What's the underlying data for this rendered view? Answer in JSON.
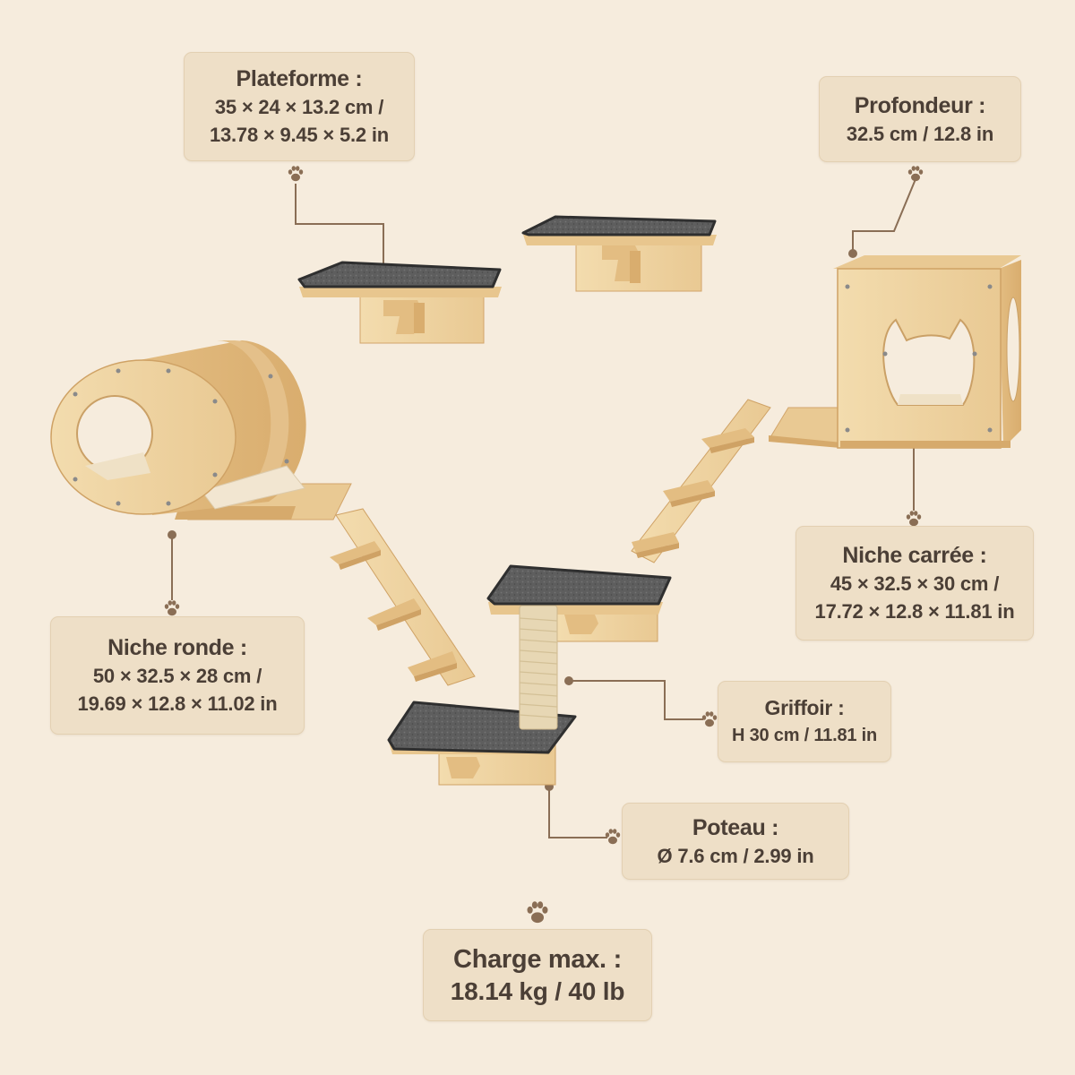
{
  "colors": {
    "background": "#f6ecdd",
    "label_bg": "#eedfc7",
    "label_text": "#4b3f36",
    "connector": "#8a6e55",
    "wood": "#f0d6a8",
    "wood_dark": "#dcb47a",
    "carpet": "#5b5b5b"
  },
  "labels": {
    "plateforme": {
      "title": "Plateforme :",
      "line1": "35 × 24 × 13.2 cm /",
      "line2": "13.78 × 9.45 × 5.2 in"
    },
    "profondeur": {
      "title": "Profondeur :",
      "line1": "32.5 cm / 12.8 in"
    },
    "niche_ronde": {
      "title": "Niche ronde :",
      "line1": "50 × 32.5 × 28 cm /",
      "line2": "19.69 × 12.8 × 11.02 in"
    },
    "niche_carree": {
      "title": "Niche carrée :",
      "line1": "45 × 32.5 × 30 cm /",
      "line2": "17.72 × 12.8 × 11.81 in"
    },
    "griffoir": {
      "title": "Griffoir :",
      "line1": "H 30 cm / 11.81 in"
    },
    "poteau": {
      "title": "Poteau :",
      "line1": "Ø 7.6 cm / 2.99 in"
    },
    "charge": {
      "title": "Charge max. :",
      "line1": "18.14 kg / 40 lb"
    }
  },
  "icons": [
    "paw-print-icon"
  ]
}
